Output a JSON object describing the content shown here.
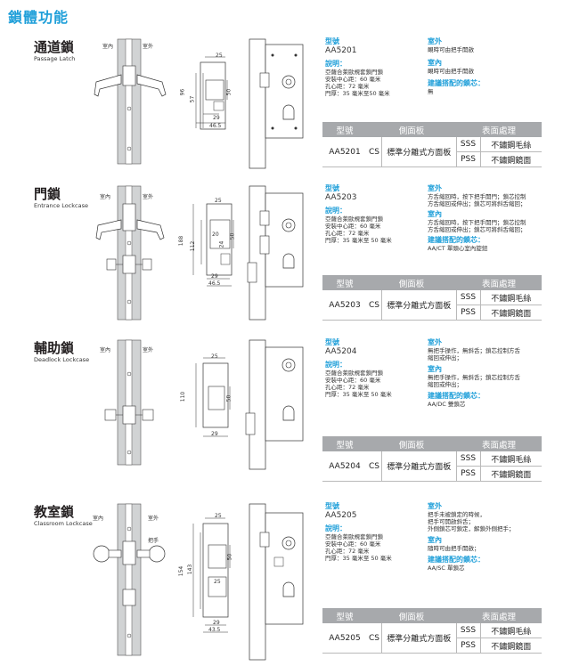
{
  "page": {
    "title": "鎖體功能"
  },
  "common": {
    "indoor": "室內",
    "outdoor": "室外",
    "handle": "把手",
    "model_heading": "型號",
    "desc_heading": "說明：",
    "outer_heading": "室外",
    "inner_heading": "室內",
    "cylinder_heading": "建議搭配的鎖芯：",
    "table_headers": [
      "型號",
      "側面板",
      "表面處理"
    ],
    "finishes": [
      {
        "code": "SSS",
        "name": "不鏽鋼毛絲"
      },
      {
        "code": "PSS",
        "name": "不鏽鋼鏡面"
      }
    ],
    "material": "CS",
    "faceplate": "標準分離式方面板"
  },
  "sections": [
    {
      "name": "通道鎖",
      "name_en": "Passage Latch",
      "model": "AA5201",
      "desc": [
        "亞薩合萊歐規套鎖門鎖",
        "安裝中心距：60 毫米",
        "孔心距：72 毫米",
        "門厚：35 毫米至50 毫米"
      ],
      "outer": [
        "靦時可由把手開啟"
      ],
      "inner": [
        "靦時可由把手開啟"
      ],
      "cylinder": "無",
      "dims": [
        "25",
        "96",
        "57",
        "50",
        "29",
        "46.5"
      ]
    },
    {
      "name": "門鎖",
      "name_en": "Entrance Lockcase",
      "model": "AA5203",
      "desc": [
        "亞薩合萊歐規套鎖門鎖",
        "安裝中心距：60 毫米",
        "孔心距：72 毫米",
        "門厚：35 毫米至 50 毫米"
      ],
      "outer": [
        "方舌縮回時，按下把手開門；鎖芯控制",
        "方舌縮回或伸出；鎖芯可將斜舌縮回；"
      ],
      "inner": [
        "方舌縮回時，按下把手開門；鎖芯控制",
        "方舌縮回或伸出；鎖芯可將斜舌縮回；"
      ],
      "cylinder": "AA/CT 單頭心室內旋鈕",
      "dims": [
        "25",
        "188",
        "112",
        "20",
        "24",
        "50",
        "29",
        "46.5"
      ]
    },
    {
      "name": "輔助鎖",
      "name_en": "Deadlock Lockcase",
      "model": "AA5204",
      "desc": [
        "亞薩合萊歐規套鎖門鎖",
        "安裝中心距：60 毫米",
        "孔心距：72 毫米",
        "門厚：35 毫米至 50 毫米"
      ],
      "outer": [
        "無把手操作，無斜舌；鎖芯控制方舌",
        "縮回或伸出；"
      ],
      "inner": [
        "無把手操作，無斜舌；鎖芯控制方舌",
        "縮回或伸出；"
      ],
      "cylinder": "AA/DC 雙鎖芯",
      "dims": [
        "25",
        "110",
        "50",
        "29"
      ]
    },
    {
      "name": "教室鎖",
      "name_en": "Classroom Lockcase",
      "model": "AA5205",
      "desc": [
        "亞薩合萊歐規套鎖門鎖",
        "安裝中心距：60 毫米",
        "孔心距：72 毫米",
        "門厚：35 毫米至 50 毫米"
      ],
      "outer": [
        "把手未被鎖定的時候，",
        "把手可開啟斜舌；",
        "外側鎖芯可鎖定，解鎖外側把手；"
      ],
      "inner": [
        "隨時可由把手開啟；"
      ],
      "cylinder": "AA/SC 單鎖芯",
      "dims": [
        "25",
        "154",
        "143",
        "50",
        "25",
        "29",
        "43.5"
      ]
    }
  ]
}
